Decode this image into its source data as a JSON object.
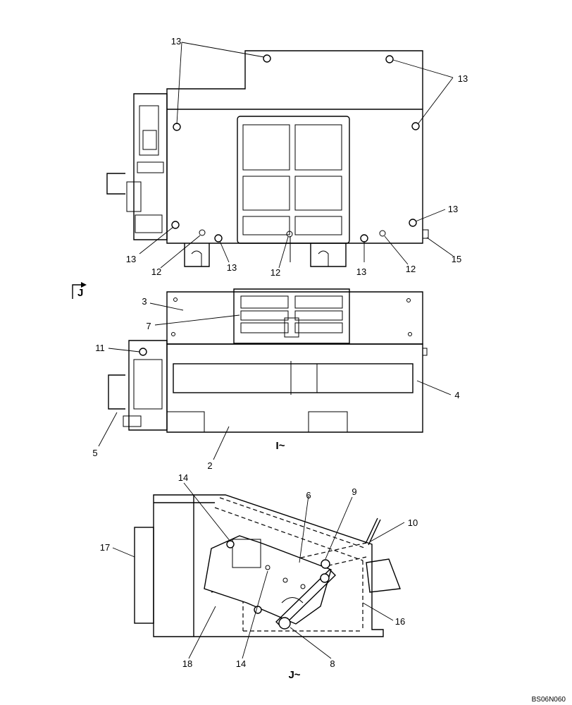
{
  "callouts": {
    "c1": "13",
    "c2": "13",
    "c3": "13",
    "c4": "13",
    "c5": "13",
    "c6": "13",
    "c7": "13",
    "c8": "12",
    "c9": "12",
    "c10": "12",
    "c11": "15",
    "c12": "3",
    "c13": "7",
    "c14": "11",
    "c15": "4",
    "c16": "5",
    "c17": "2",
    "c18": "14",
    "c19": "6",
    "c20": "9",
    "c21": "10",
    "c22": "17",
    "c23": "16",
    "c24": "18",
    "c25": "14",
    "c26": "8"
  },
  "view_markers": {
    "j_arrow": "J",
    "i_view": "I~",
    "j_view": "J~"
  },
  "reference_code": "BS06N060"
}
